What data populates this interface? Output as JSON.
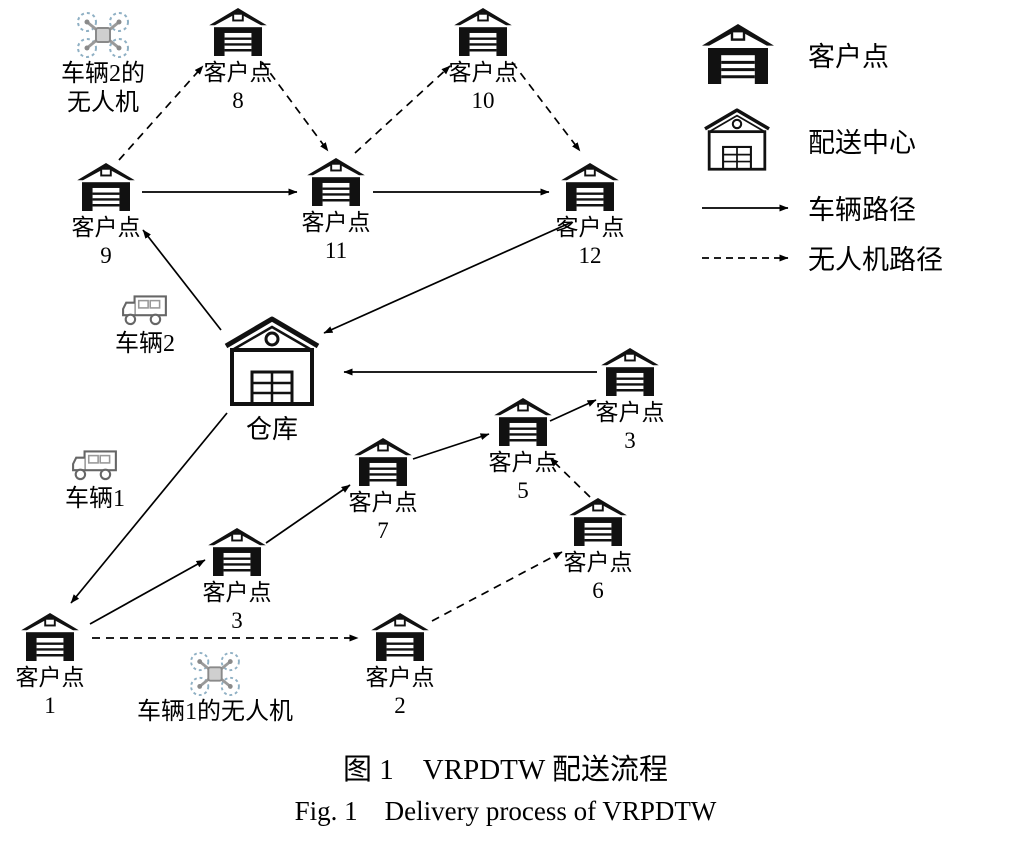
{
  "figure_title": {
    "caption_zh": "图 1　VRPDTW 配送流程",
    "caption_en": "Fig. 1　Delivery process of VRPDTW"
  },
  "diagram": {
    "nodes": {
      "warehouse": {
        "label": "仓库"
      },
      "c1": {
        "label": "客户点",
        "num": "1"
      },
      "c2": {
        "label": "客户点",
        "num": "2"
      },
      "c3_lower": {
        "label": "客户点",
        "num": "3"
      },
      "c3_right": {
        "label": "客户点",
        "num": "3"
      },
      "c5": {
        "label": "客户点",
        "num": "5"
      },
      "c6": {
        "label": "客户点",
        "num": "6"
      },
      "c7": {
        "label": "客户点",
        "num": "7"
      },
      "c8": {
        "label": "客户点",
        "num": "8"
      },
      "c9": {
        "label": "客户点",
        "num": "9"
      },
      "c10": {
        "label": "客户点",
        "num": "10"
      },
      "c11": {
        "label": "客户点",
        "num": "11"
      },
      "c12": {
        "label": "客户点",
        "num": "12"
      }
    },
    "vehicles": {
      "truck1_label": "车辆1",
      "truck2_label": "车辆2",
      "drone1_label": "车辆1的无人机",
      "drone2_label_line1": "车辆2的",
      "drone2_label_line2": "无人机"
    },
    "routes": {
      "vehicle_routes": [
        [
          "warehouse",
          "c9"
        ],
        [
          "c9",
          "c11"
        ],
        [
          "c11",
          "c12"
        ],
        [
          "c12",
          "warehouse"
        ],
        [
          "warehouse",
          "c1"
        ],
        [
          "c1",
          "c3_lower"
        ],
        [
          "c3_lower",
          "c7"
        ],
        [
          "c7",
          "c5"
        ],
        [
          "c5",
          "c3_right"
        ],
        [
          "c3_right",
          "warehouse"
        ]
      ],
      "drone_routes": [
        [
          "c9",
          "c8"
        ],
        [
          "c8",
          "c11"
        ],
        [
          "c11",
          "c10"
        ],
        [
          "c10",
          "c12"
        ],
        [
          "c1",
          "c2"
        ],
        [
          "c2",
          "c6"
        ],
        [
          "c6",
          "c5"
        ]
      ]
    }
  },
  "legend": {
    "customer_label": "客户点",
    "distribution_center_label": "配送中心",
    "vehicle_path_label": "车辆路径",
    "drone_path_label": "无人机路径"
  },
  "colors": {
    "line": "#000000",
    "building": "#111111",
    "drone_rotor": "#8fb0c4",
    "background": "#ffffff"
  }
}
